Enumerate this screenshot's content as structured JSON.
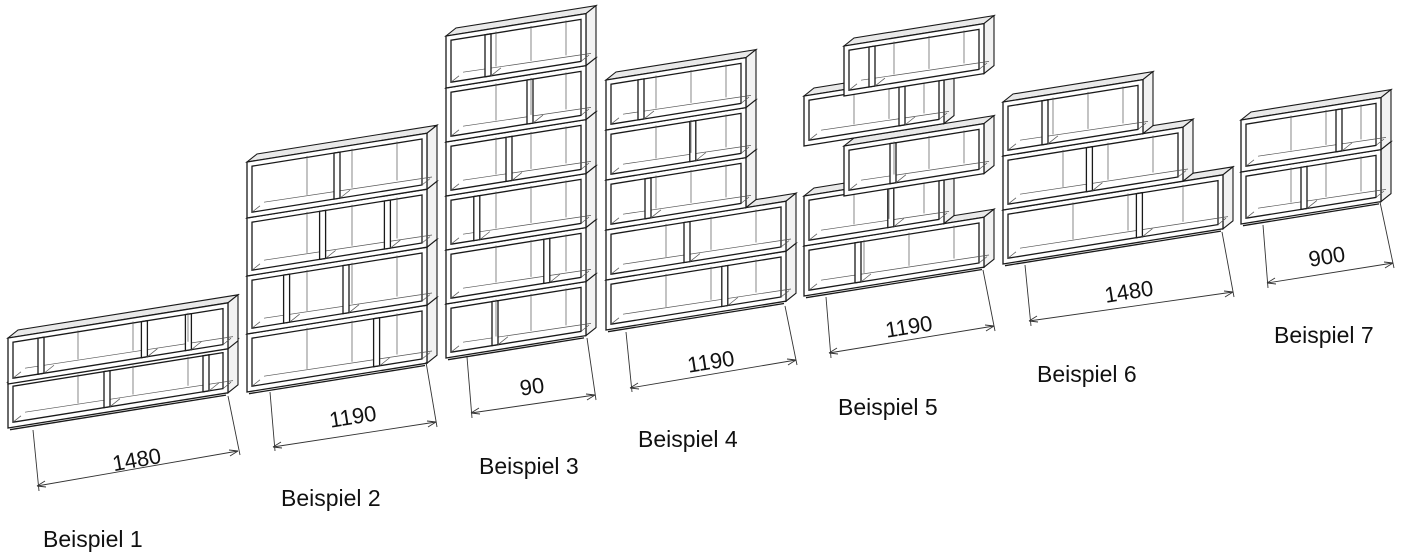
{
  "examples": [
    {
      "caption": "Beispiel 1",
      "dimension": "1480"
    },
    {
      "caption": "Beispiel 2",
      "dimension": "1190"
    },
    {
      "caption": "Beispiel 3",
      "dimension": "90"
    },
    {
      "caption": "Beispiel 4",
      "dimension": "1190"
    },
    {
      "caption": "Beispiel 5",
      "dimension": "1190"
    },
    {
      "caption": "Beispiel 6",
      "dimension": "1480"
    },
    {
      "caption": "Beispiel 7",
      "dimension": "900"
    }
  ]
}
